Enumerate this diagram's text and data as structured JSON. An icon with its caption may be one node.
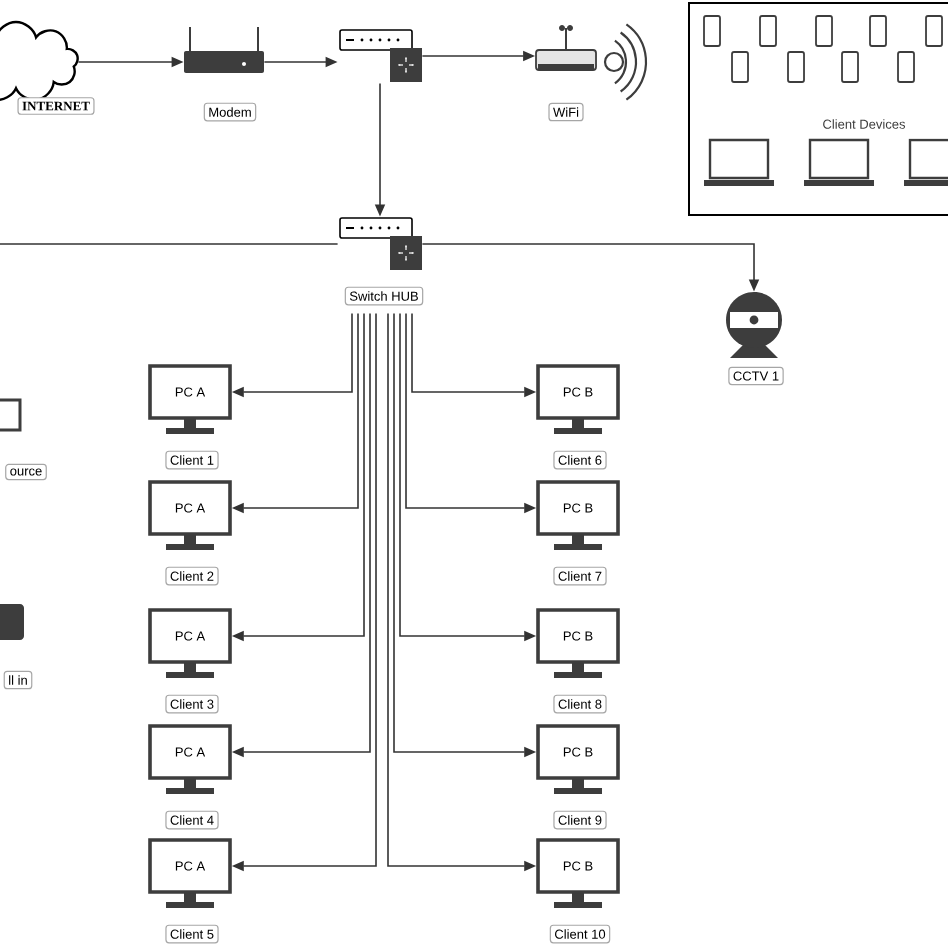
{
  "diagram": {
    "nodes": [
      {
        "text": [
          "INTERNET"
        ]
      },
      {
        "text": [
          "Modem"
        ]
      },
      {
        "text": [],
        "shape": "box"
      },
      {
        "text": [
          "WiFi"
        ]
      },
      {
        "text": [
          "Client Devices"
        ]
      },
      {
        "text": [
          "Switch HUB"
        ]
      },
      {
        "text": [
          "CCTV 1"
        ]
      },
      {
        "text": [
          "ource"
        ]
      },
      {
        "text": [
          "ll in"
        ]
      },
      {
        "text": [
          "PC A"
        ],
        "beside": [
          "Client 1"
        ]
      },
      {
        "text": [
          "PC A"
        ],
        "beside": [
          "Client 2"
        ]
      },
      {
        "text": [
          "PC A"
        ],
        "beside": [
          "Client 3"
        ]
      },
      {
        "text": [
          "PC A"
        ],
        "beside": [
          "Client 4"
        ]
      },
      {
        "text": [
          "PC A"
        ],
        "beside": [
          "Client 5"
        ]
      },
      {
        "text": [
          "PC B"
        ],
        "beside": [
          "Client 6"
        ]
      },
      {
        "text": [
          "PC B"
        ],
        "beside": [
          "Client 7"
        ]
      },
      {
        "text": [
          "PC B"
        ],
        "beside": [
          "Client 8"
        ]
      },
      {
        "text": [
          "PC B"
        ],
        "beside": [
          "Client 9"
        ]
      },
      {
        "text": [
          "PC B"
        ],
        "beside": [
          "Client 10"
        ]
      }
    ],
    "edges": [
      {
        "from": 0,
        "to": 1,
        "arrow": "to"
      },
      {
        "from": 1,
        "to": 2,
        "arrow": "to"
      },
      {
        "from": 2,
        "to": 3,
        "arrow": "to"
      },
      {
        "from": 2,
        "to": 5,
        "arrow": "to"
      },
      {
        "from": 5,
        "to": 6,
        "arrow": "to"
      },
      {
        "from": 5,
        "to": null,
        "arrow": "none"
      },
      {
        "from": 5,
        "to": 9,
        "arrow": "to"
      },
      {
        "from": 5,
        "to": 10,
        "arrow": "to"
      },
      {
        "from": 5,
        "to": 11,
        "arrow": "to"
      },
      {
        "from": 5,
        "to": 12,
        "arrow": "to"
      },
      {
        "from": 5,
        "to": 13,
        "arrow": "to"
      },
      {
        "from": 5,
        "to": 14,
        "arrow": "to"
      },
      {
        "from": 5,
        "to": 15,
        "arrow": "to"
      },
      {
        "from": 5,
        "to": 16,
        "arrow": "to"
      },
      {
        "from": 5,
        "to": 17,
        "arrow": "to"
      },
      {
        "from": 5,
        "to": 18,
        "arrow": "to"
      }
    ]
  }
}
